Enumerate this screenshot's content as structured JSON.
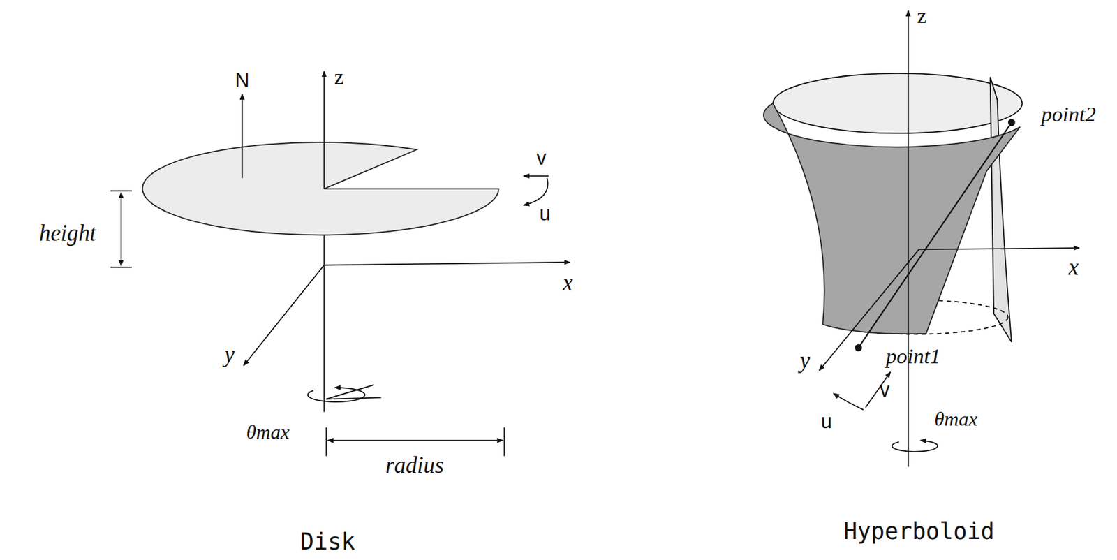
{
  "diagram": {
    "labels": [
      "N",
      "z",
      "height",
      "v",
      "u",
      "x",
      "y",
      "θmax",
      "radius",
      "Disk",
      "z",
      "point2",
      "x",
      "y",
      "point1",
      "v",
      "u",
      "θmax",
      "Hyperboloid"
    ]
  }
}
